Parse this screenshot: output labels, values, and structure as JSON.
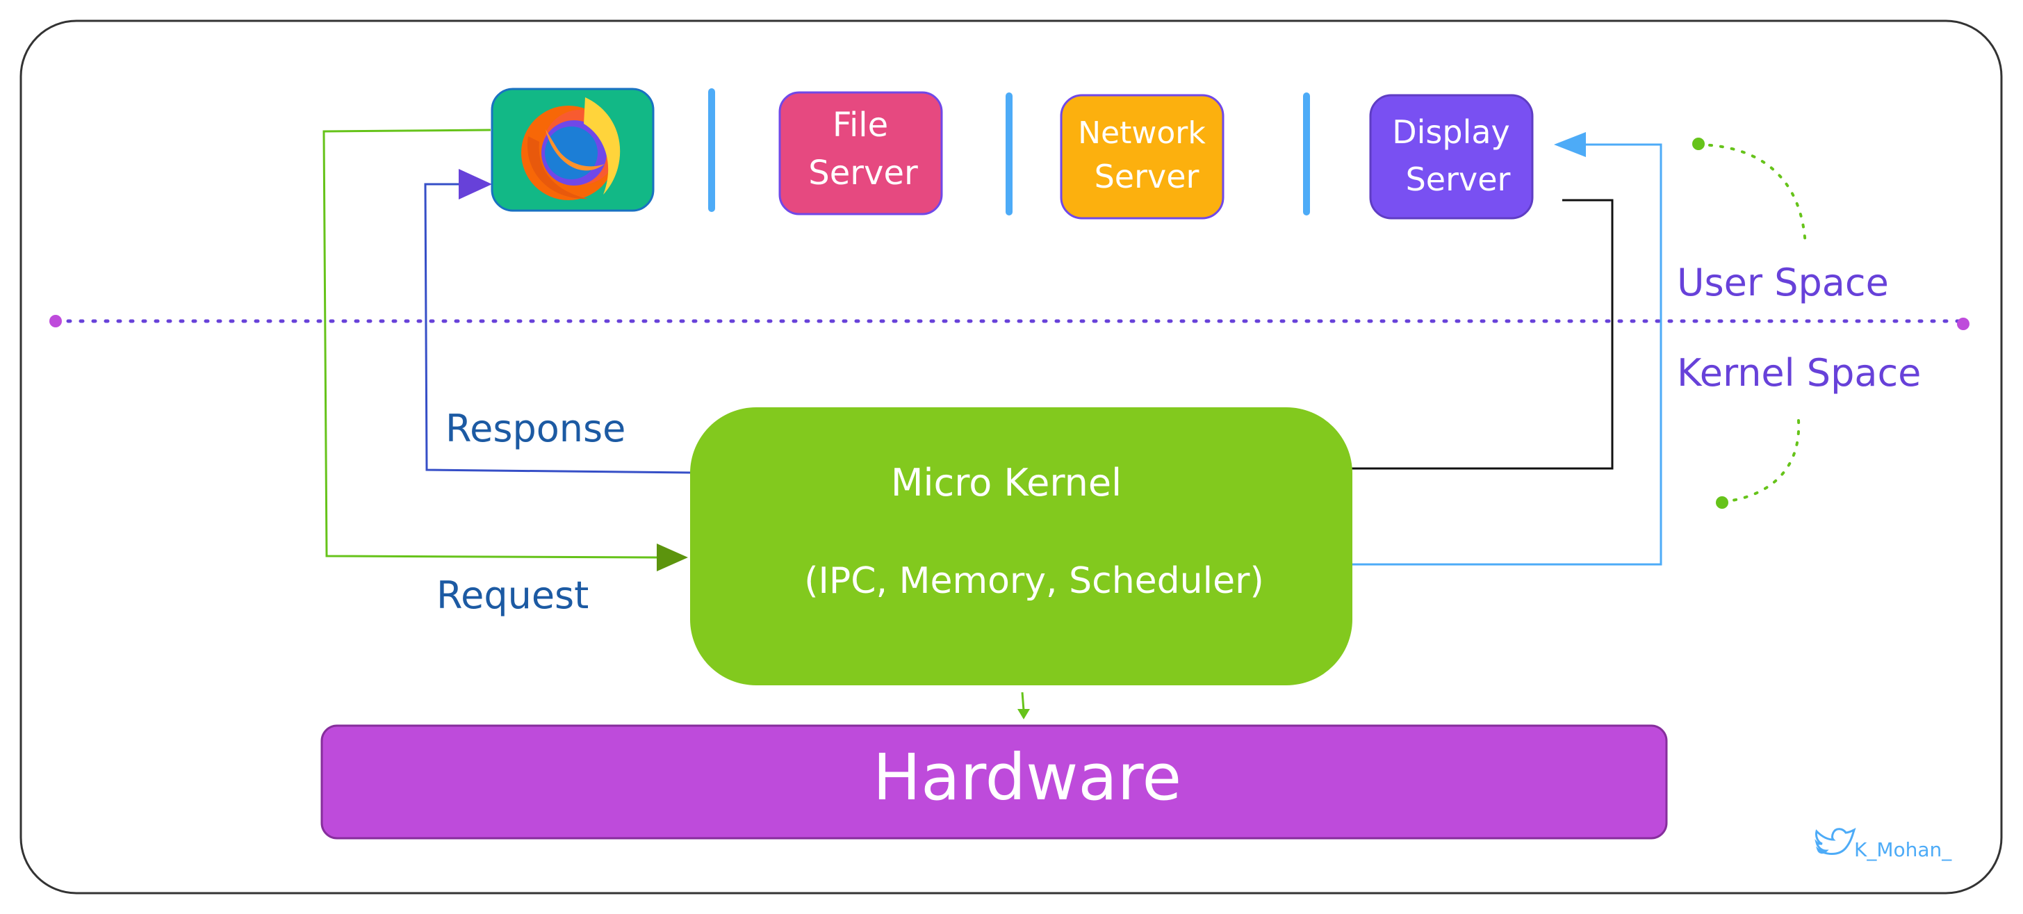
{
  "user_space": {
    "browser": {
      "icon": "firefox-icon",
      "color": "#12b886"
    },
    "file_server": {
      "line1": "File",
      "line2": "Server",
      "color": "#e64980"
    },
    "network_server": {
      "line1": "Network",
      "line2": "Server",
      "color": "#fcb00e"
    },
    "display_server": {
      "line1": "Display",
      "line2": "Server",
      "color": "#7950f2"
    }
  },
  "boundary": {
    "user_space_label": "User Space",
    "kernel_space_label": "Kernel Space",
    "color": "#6741d9"
  },
  "micro_kernel": {
    "title": "Micro Kernel",
    "subtitle": "(IPC, Memory, Scheduler)",
    "color": "#82c91e"
  },
  "hardware": {
    "label": "Hardware",
    "color": "#be4bdb"
  },
  "flows": {
    "request_label": "Request",
    "response_label": "Response",
    "label_color": "#1c5aa3"
  },
  "signature": {
    "icon": "twitter-bird-icon",
    "text": "K_Mohan_",
    "color": "#4dabf7"
  }
}
